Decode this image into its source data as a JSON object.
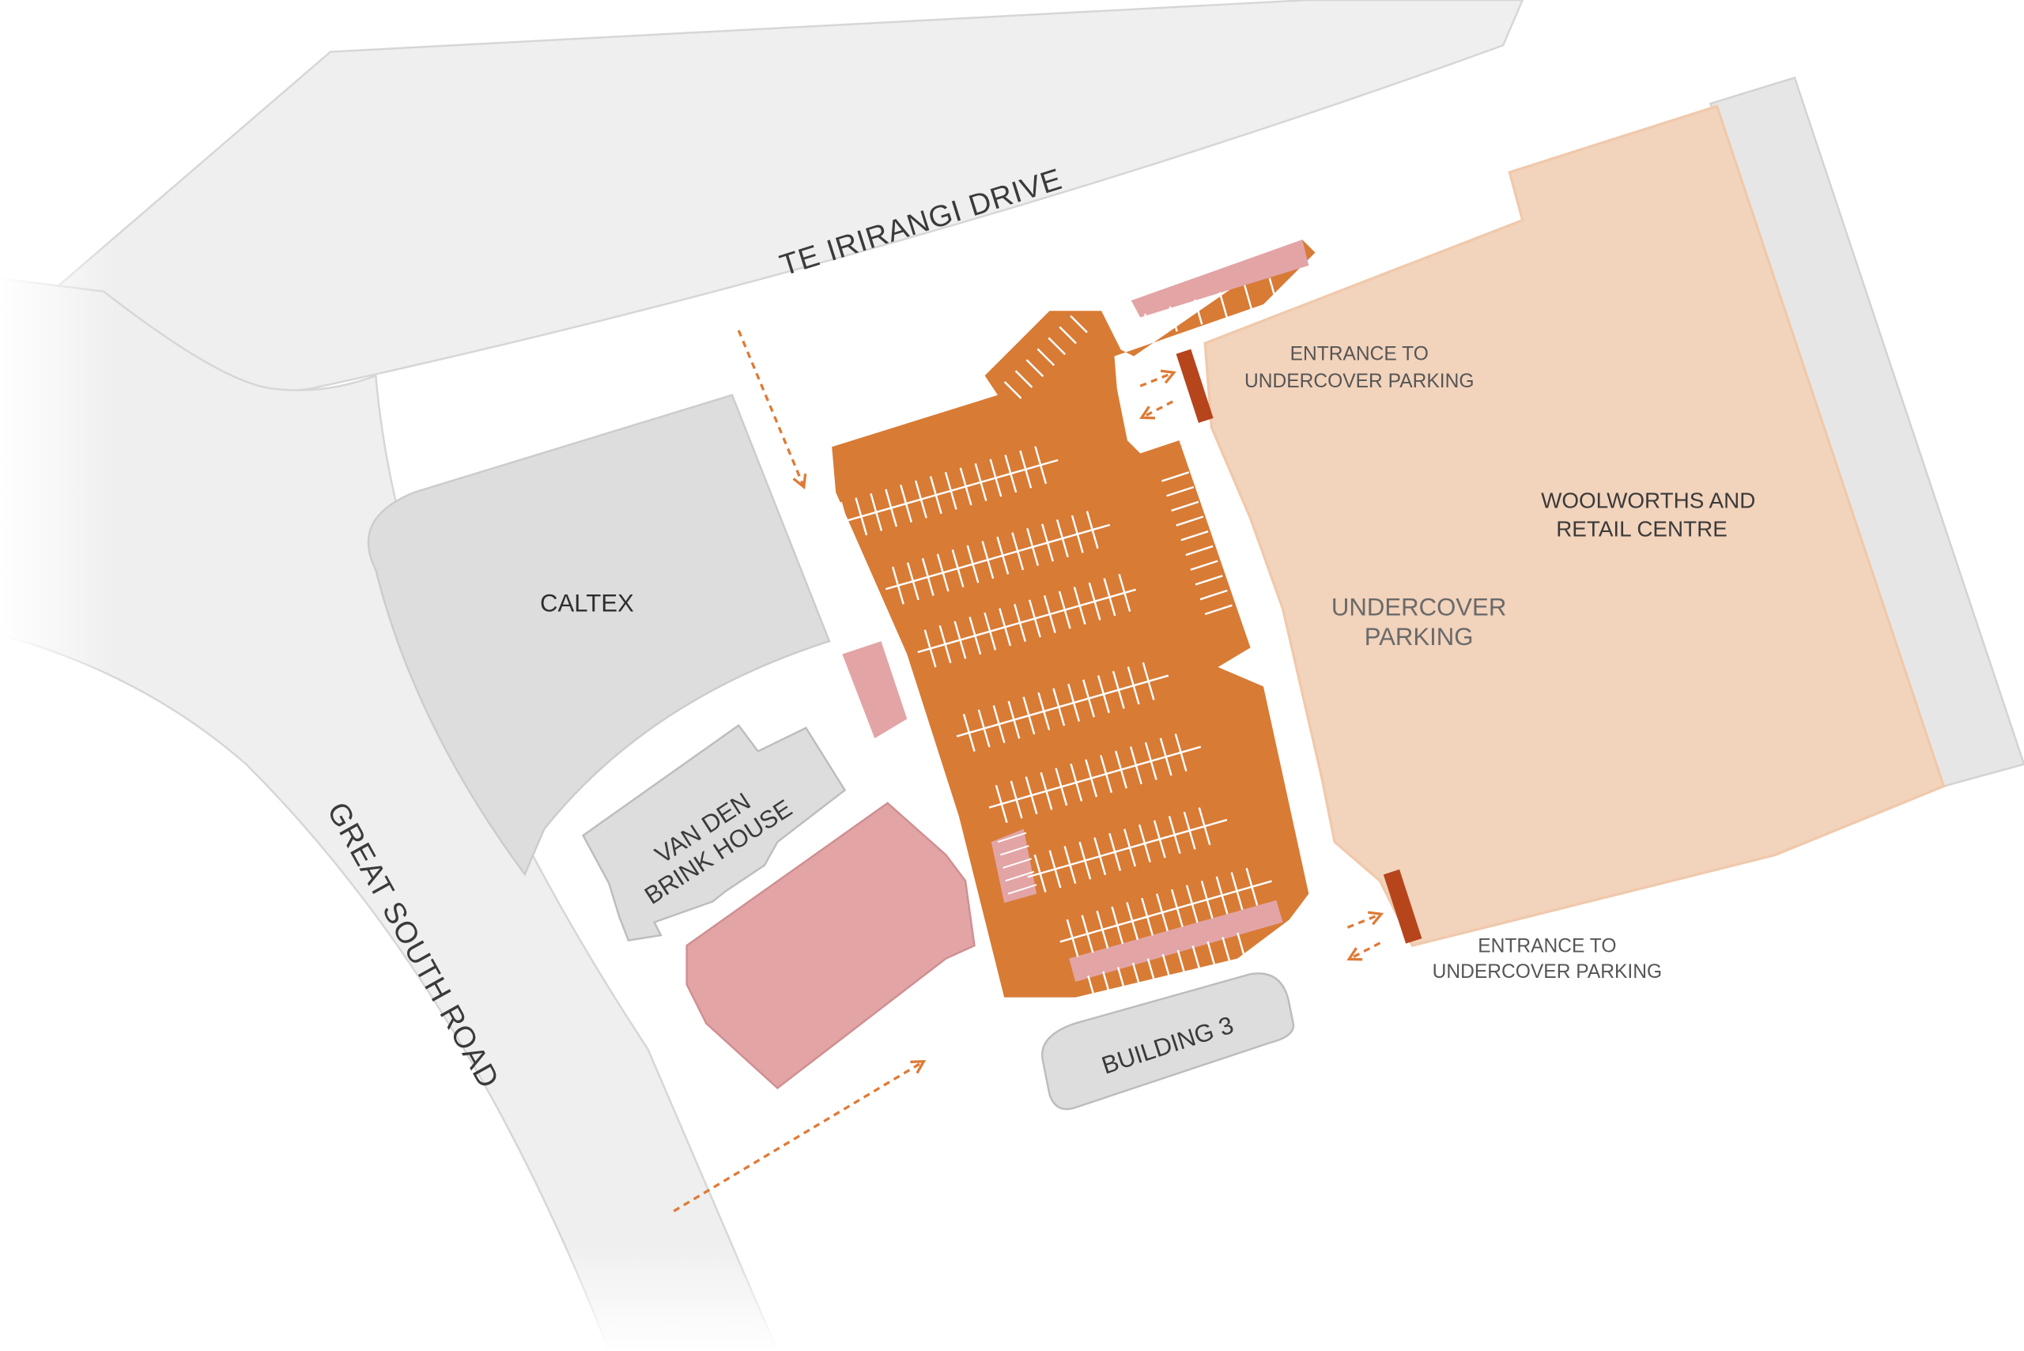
{
  "colors": {
    "road": "#efefef",
    "road_edge": "#d3d3d3",
    "building_grey": "#dddddd",
    "parking_orange": "#d87b35",
    "pink": "#e3a4a6",
    "mall": "#f2d3bc",
    "mall_edge": "#f0c9ab",
    "entrance_bar": "#b6451c",
    "arrow": "#df7a36",
    "strip": "#e6e6e6"
  },
  "roads": {
    "te_irirangi": "TE IRIRANGI DRIVE",
    "great_south": "GREAT SOUTH ROAD"
  },
  "buildings": {
    "caltex": "CALTEX",
    "van_den_line1": "VAN DEN",
    "van_den_line2": "BRINK HOUSE",
    "building3": "BUILDING 3",
    "woolworths_line1": "WOOLWORTHS AND",
    "woolworths_line2": "RETAIL CENTRE",
    "undercover_line1": "UNDERCOVER",
    "undercover_line2": "PARKING"
  },
  "entrances": {
    "top_line1": "ENTRANCE TO",
    "top_line2": "UNDERCOVER PARKING",
    "bottom_line1": "ENTRANCE TO",
    "bottom_line2": "UNDERCOVER PARKING"
  }
}
